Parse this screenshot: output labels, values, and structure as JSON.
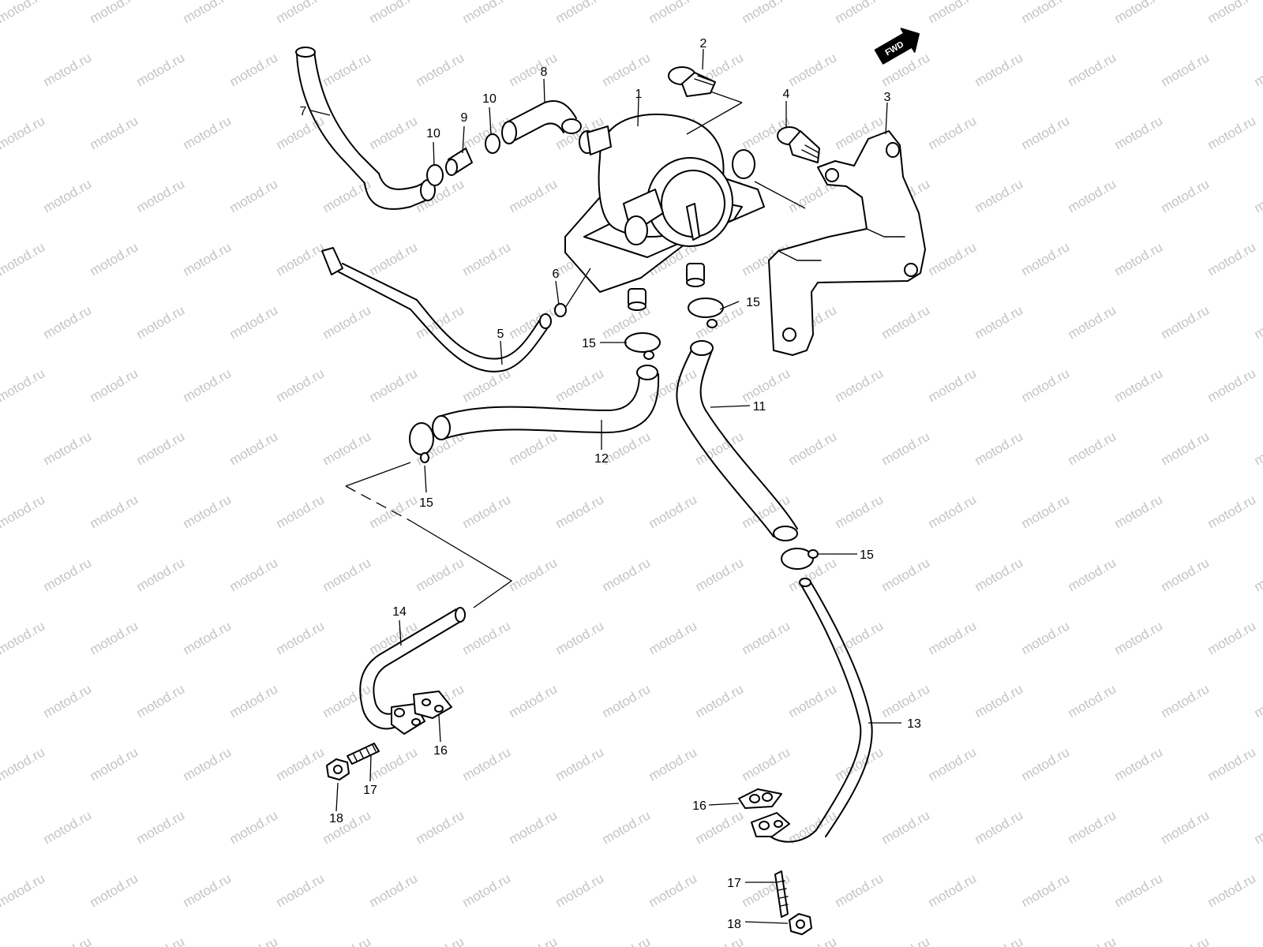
{
  "watermark": {
    "text": "motod.ru",
    "color": "#c8c8c8"
  },
  "fwd_badge": {
    "label": "FWD"
  },
  "callouts": [
    {
      "id": "c1",
      "text": "1"
    },
    {
      "id": "c2",
      "text": "2"
    },
    {
      "id": "c3",
      "text": "3"
    },
    {
      "id": "c4",
      "text": "4"
    },
    {
      "id": "c5",
      "text": "5"
    },
    {
      "id": "c6",
      "text": "6"
    },
    {
      "id": "c7",
      "text": "7"
    },
    {
      "id": "c8",
      "text": "8"
    },
    {
      "id": "c9",
      "text": "9"
    },
    {
      "id": "c10a",
      "text": "10"
    },
    {
      "id": "c10b",
      "text": "10"
    },
    {
      "id": "c11",
      "text": "11"
    },
    {
      "id": "c12",
      "text": "12"
    },
    {
      "id": "c13",
      "text": "13"
    },
    {
      "id": "c14",
      "text": "14"
    },
    {
      "id": "c15a",
      "text": "15"
    },
    {
      "id": "c15b",
      "text": "15"
    },
    {
      "id": "c15c",
      "text": "15"
    },
    {
      "id": "c15d",
      "text": "15"
    },
    {
      "id": "c16a",
      "text": "16"
    },
    {
      "id": "c16b",
      "text": "16"
    },
    {
      "id": "c17a",
      "text": "17"
    },
    {
      "id": "c17b",
      "text": "17"
    },
    {
      "id": "c18a",
      "text": "18"
    },
    {
      "id": "c18b",
      "text": "18"
    }
  ]
}
